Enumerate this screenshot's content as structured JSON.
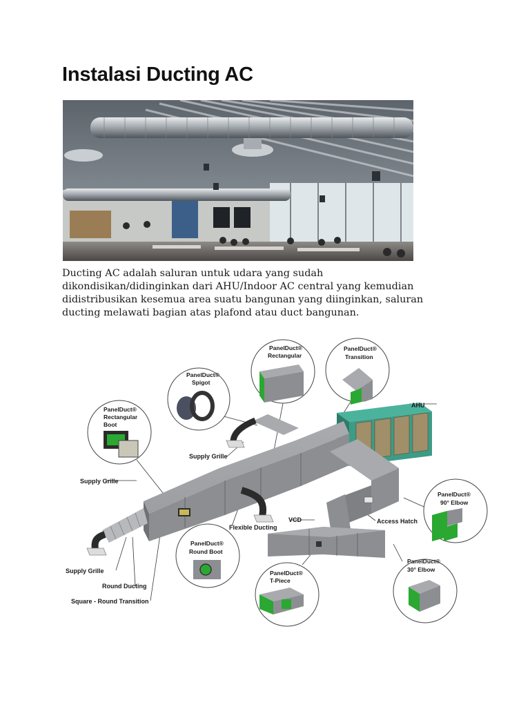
{
  "document": {
    "title": "Instalasi Ducting AC",
    "paragraph": "Ducting AC adalah saluran untuk udara yang sudah dikondisikan/didinginkan dari AHU/Indoor AC central yang kemudian didistribusikan kesemua area suatu bangunan yang diinginkan, saluran ducting melawati bagian atas plafond atau duct bangunan."
  },
  "diagram": {
    "callouts": {
      "spigot": {
        "line1": "PanelDuct®",
        "line2": "Spigot"
      },
      "rectangular": {
        "line1": "PanelDuct®",
        "line2": "Rectangular"
      },
      "transition": {
        "line1": "PanelDuct®",
        "line2": "Transition"
      },
      "rect_boot": {
        "line1": "PanelDuct®",
        "line2": "Rectangular",
        "line3": "Boot"
      },
      "elbow90": {
        "line1": "PanelDuct®",
        "line2": "90° Elbow"
      },
      "round_boot": {
        "line1": "PanelDuct®",
        "line2": "Round Boot"
      },
      "tpiece": {
        "line1": "PanelDuct®",
        "line2": "T-Piece"
      },
      "elbow30": {
        "line1": "PanelDuct®",
        "line2": "30° Elbow"
      }
    },
    "labels": {
      "ahu": "AHU",
      "supply_grille_top": "Supply Grille",
      "supply_grille_left": "Supply Grille",
      "supply_grille_bottom": "Supply Grille",
      "access_hatch": "Access Hatch",
      "vcd": "VCD",
      "flexible_ducting": "Flexible Ducting",
      "round_ducting": "Round Ducting",
      "square_round_transition": "Square - Round Transition"
    },
    "colors": {
      "duct": "#8c8e92",
      "duct_dark": "#6e7074",
      "duct_light": "#a8aaae",
      "ahu": "#3d9b86",
      "panel_green": "#2aa832"
    }
  }
}
